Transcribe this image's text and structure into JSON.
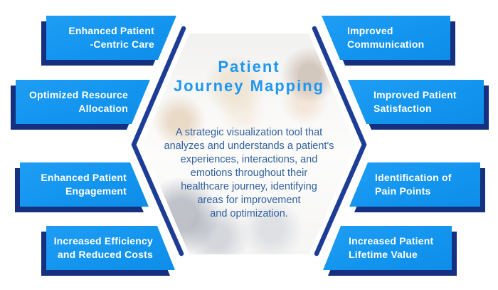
{
  "center": {
    "title": "Patient\nJourney Mapping",
    "description": "A strategic visualization tool that\nanalyzes and understands a patient's\nexperiences, interactions, and\nemotions throughout their\nhealthcare journey, identifying\nareas for improvement\nand optimization."
  },
  "left_benefits": [
    "Enhanced Patient\n-Centric Care",
    "Optimized Resource\nAllocation",
    "Enhanced Patient\nEngagement",
    "Increased Efficiency\nand Reduced Costs"
  ],
  "right_benefits": [
    "Improved\nCommunication",
    "Improved Patient\nSatisfaction",
    "Identification of\nPain Points",
    "Increased Patient\nLifetime Value"
  ],
  "colors": {
    "banner_blue": "#1294EE",
    "banner_shadow": "#15307F",
    "hex_stroke": "#1C3C96",
    "title_blue": "#1E97F2",
    "description_text": "#30609F"
  }
}
